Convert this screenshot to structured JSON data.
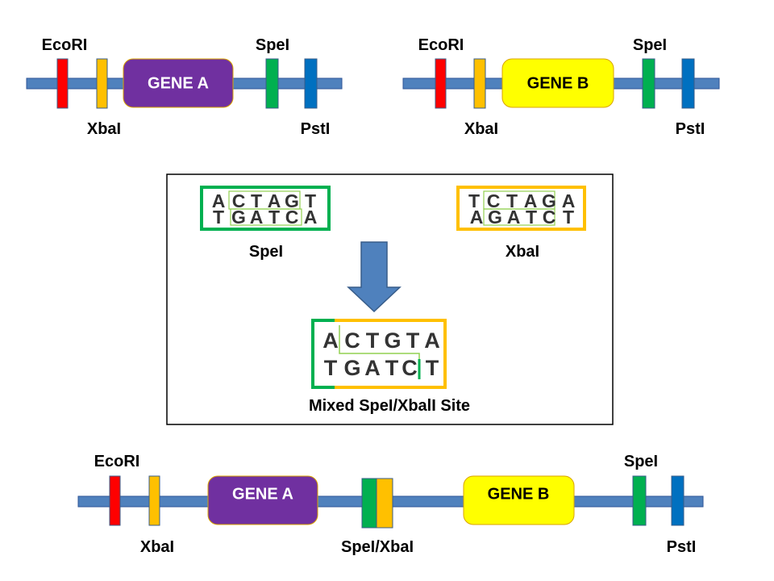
{
  "colors": {
    "backbone": "#4f81bd",
    "ecori": "#ff0000",
    "xbai": "#ffc000",
    "spei": "#00b050",
    "psti": "#0070c0",
    "gene_a": "#7030a0",
    "gene_b": "#ffff00",
    "box_border": "#000000"
  },
  "construct_a": {
    "gene_label": "GENE A",
    "ecori_label": "EcoRI",
    "xbai_label": "XbaI",
    "spei_label": "SpeI",
    "psti_label": "PstI"
  },
  "construct_b": {
    "gene_label": "GENE B",
    "ecori_label": "EcoRI",
    "xbai_label": "XbaI",
    "spei_label": "SpeI",
    "psti_label": "PstI"
  },
  "middle_box": {
    "spei_site": {
      "top": [
        "A",
        "C",
        "T",
        "A",
        "G",
        "T"
      ],
      "bottom": [
        "T",
        "G",
        "A",
        "T",
        "C",
        "A"
      ],
      "label": "SpeI"
    },
    "xbai_site": {
      "top": [
        "T",
        "C",
        "T",
        "A",
        "G",
        "A"
      ],
      "bottom": [
        "A",
        "G",
        "A",
        "T",
        "C",
        "T"
      ],
      "label": "XbaI"
    },
    "mixed_site": {
      "top": [
        "A",
        "C",
        "T",
        "G",
        "T",
        "A"
      ],
      "bottom": [
        "T",
        "G",
        "A",
        "T",
        "C",
        "T"
      ],
      "label": "Mixed SpeI/XbalI Site"
    },
    "arrow_icon": "down-arrow-icon"
  },
  "combined": {
    "gene_a_label": "GENE A",
    "gene_b_label": "GENE B",
    "ecori_label": "EcoRI",
    "xbai_label": "XbaI",
    "mixed_label": "SpeI/XbaI",
    "spei_label": "SpeI",
    "psti_label": "PstI"
  }
}
